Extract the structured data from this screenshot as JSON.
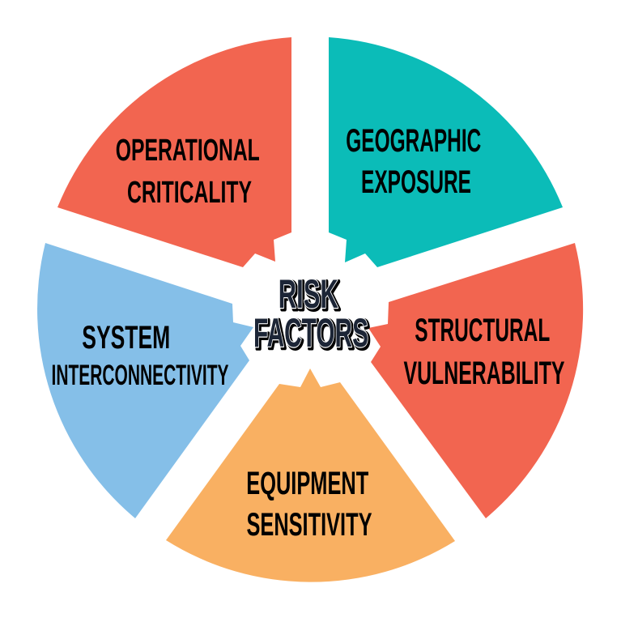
{
  "diagram": {
    "title": "Risk Factors",
    "center": {
      "lines": [
        "RISK",
        "FACTORS"
      ],
      "fill": "#1c2536",
      "outline_inner": "#ffffff",
      "outline_outer": "#000000"
    },
    "segments": [
      {
        "id": "operational-criticality",
        "lines": [
          "OPERATIONAL",
          "CRITICALITY"
        ],
        "color": "#F26550",
        "position": "top-left"
      },
      {
        "id": "geographic-exposure",
        "lines": [
          "GEOGRAPHIC",
          "EXPOSURE"
        ],
        "color": "#0BBCB8",
        "position": "top-right"
      },
      {
        "id": "structural-vulnerability",
        "lines": [
          "STRUCTURAL",
          "VULNERABILITY"
        ],
        "color": "#F26550",
        "position": "right"
      },
      {
        "id": "equipment-sensitivity",
        "lines": [
          "EQUIPMENT",
          "SENSITIVITY"
        ],
        "color": "#F9B062",
        "position": "bottom"
      },
      {
        "id": "system-interconnectivity",
        "lines": [
          "SYSTEM",
          "INTERCONNECTIVITY"
        ],
        "color": "#85BFE8",
        "position": "left"
      }
    ]
  }
}
